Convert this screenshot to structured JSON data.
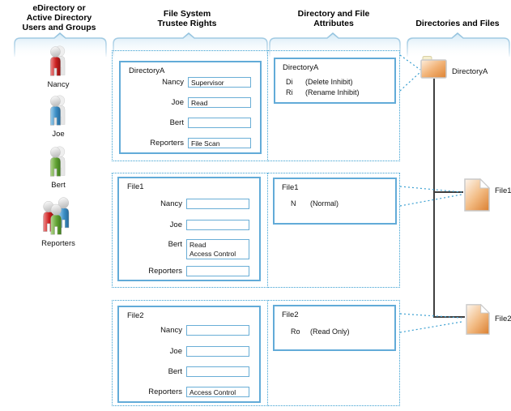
{
  "headers": {
    "users_col": "eDirectory or\nActive Directory\nUsers and Groups",
    "trustee_col": "File System\nTrustee Rights",
    "attributes_col": "Directory and File\nAttributes",
    "files_col": "Directories and Files"
  },
  "users": [
    {
      "name": "Nancy",
      "color": "red",
      "icon": "person-icon"
    },
    {
      "name": "Joe",
      "color": "blue",
      "icon": "person-icon"
    },
    {
      "name": "Bert",
      "color": "green",
      "icon": "person-icon"
    },
    {
      "name": "Reporters",
      "color": "red-blue-green",
      "icon": "group-icon"
    }
  ],
  "trustee_boxes": [
    {
      "title": "DirectoryA",
      "rows": [
        {
          "user": "Nancy",
          "rights": "Supervisor"
        },
        {
          "user": "Joe",
          "rights": "Read"
        },
        {
          "user": "Bert",
          "rights": ""
        },
        {
          "user": "Reporters",
          "rights": "File Scan"
        }
      ]
    },
    {
      "title": "File1",
      "rows": [
        {
          "user": "Nancy",
          "rights": ""
        },
        {
          "user": "Joe",
          "rights": ""
        },
        {
          "user": "Bert",
          "rights": "Read\nAccess Control"
        },
        {
          "user": "Reporters",
          "rights": ""
        }
      ]
    },
    {
      "title": "File2",
      "rows": [
        {
          "user": "Nancy",
          "rights": ""
        },
        {
          "user": "Joe",
          "rights": ""
        },
        {
          "user": "Bert",
          "rights": ""
        },
        {
          "user": "Reporters",
          "rights": "Access Control"
        }
      ]
    }
  ],
  "attribute_boxes": [
    {
      "title": "DirectoryA",
      "attributes": [
        {
          "code": "Di",
          "desc": "(Delete Inhibit)"
        },
        {
          "code": "Ri",
          "desc": "(Rename Inhibit)"
        }
      ]
    },
    {
      "title": "File1",
      "attributes": [
        {
          "code": "N",
          "desc": "(Normal)"
        }
      ]
    },
    {
      "title": "File2",
      "attributes": [
        {
          "code": "Ro",
          "desc": "(Read Only)"
        }
      ]
    }
  ],
  "tree": {
    "nodes": [
      {
        "label": "DirectoryA",
        "icon": "folder-icon"
      },
      {
        "label": "File1",
        "icon": "file-icon"
      },
      {
        "label": "File2",
        "icon": "file-icon"
      }
    ]
  },
  "colors": {
    "box_border": "#62abd8",
    "field_border": "#6aaed6",
    "dotted_border": "#3a9fd1",
    "tree_line": "#3f3f3f",
    "brace_blue": "#8fc0dd",
    "user_red": "#cb2020",
    "user_blue": "#3c8ec5",
    "user_green": "#62a334",
    "folder_orange": "#e08a3c"
  }
}
